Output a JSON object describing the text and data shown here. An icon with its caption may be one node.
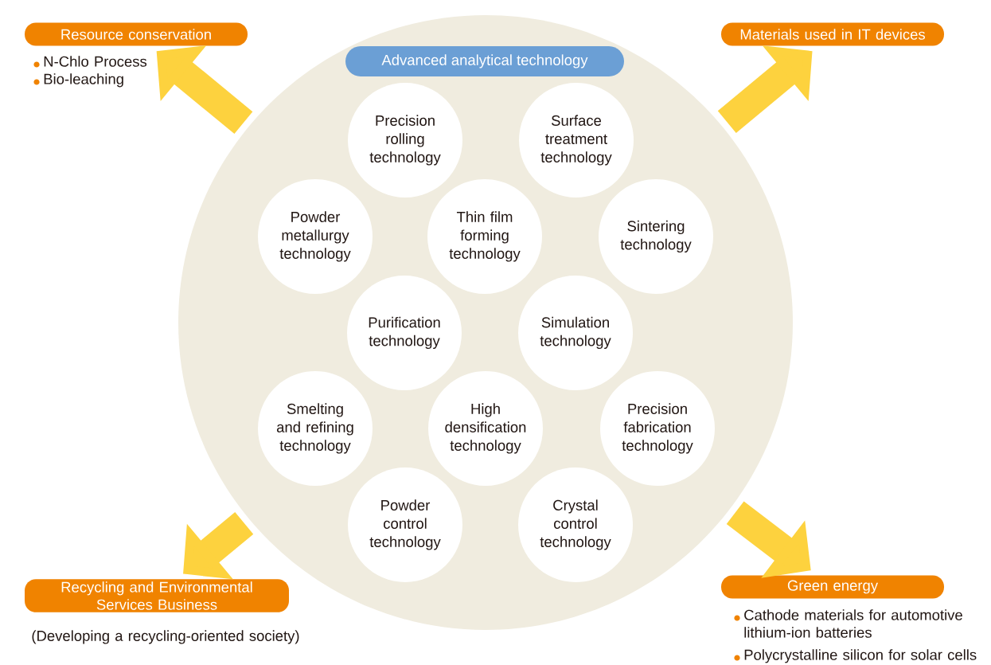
{
  "diagram": {
    "nodes": [
      {
        "text": [
          "Resource conservation"
        ],
        "beside": [
          "N-Chlo Process",
          "Bio-leaching"
        ]
      },
      {
        "text": [
          "Materials used in IT devices"
        ]
      },
      {
        "text": [],
        "shape": "circle"
      },
      {
        "text": [
          "Advanced analytical technology"
        ],
        "in": 2
      },
      {
        "text": [
          "Precision rolling technology"
        ],
        "in": 2
      },
      {
        "text": [
          "Surface treatment technology"
        ],
        "in": 2
      },
      {
        "text": [
          "Powder metallurgy technology"
        ],
        "in": 2
      },
      {
        "text": [
          "Thin film forming technology"
        ],
        "in": 2
      },
      {
        "text": [
          "Sintering technology"
        ],
        "in": 2
      },
      {
        "text": [
          "Purification technology"
        ],
        "in": 2
      },
      {
        "text": [
          "Simulation technology"
        ],
        "in": 2
      },
      {
        "text": [
          "Smelting and refining technology"
        ],
        "in": 2
      },
      {
        "text": [
          "High densification technology"
        ],
        "in": 2
      },
      {
        "text": [
          "Precision fabrication technology"
        ],
        "in": 2
      },
      {
        "text": [
          "Powder control technology"
        ],
        "in": 2
      },
      {
        "text": [
          "Crystal control technology"
        ],
        "in": 2
      },
      {
        "text": [
          "Recycling and Environmental Services Business"
        ],
        "beside": [
          "(Developing a recycling-oriented society)"
        ]
      },
      {
        "text": [
          "Green energy"
        ],
        "beside": [
          "Cathode materials for automotive lithium-ion batteries",
          "Polycrystalline silicon for solar cells"
        ]
      }
    ],
    "edges": [
      {
        "from": 2,
        "to": 0,
        "arrow": "to"
      },
      {
        "from": 2,
        "to": 1,
        "arrow": "to"
      },
      {
        "from": 2,
        "to": 16,
        "arrow": "to"
      },
      {
        "from": 2,
        "to": 17,
        "arrow": "to"
      }
    ]
  }
}
